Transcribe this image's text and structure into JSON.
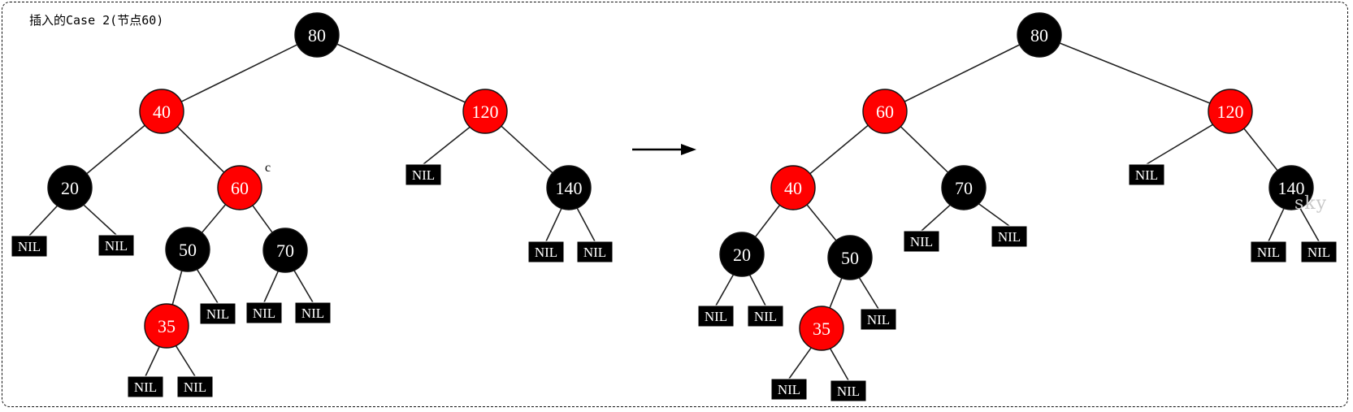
{
  "caption": "插入的Case 2(节点60)",
  "watermark": "sky",
  "colors": {
    "red": "#ff0000",
    "black": "#000000",
    "edge": "#222222",
    "nil": "#000000"
  },
  "trees": [
    {
      "id": "before",
      "marker": {
        "node": "60",
        "text": "c"
      },
      "nodes": [
        {
          "id": "80",
          "label": "80",
          "color": "black"
        },
        {
          "id": "40",
          "label": "40",
          "color": "red"
        },
        {
          "id": "120",
          "label": "120",
          "color": "red"
        },
        {
          "id": "20",
          "label": "20",
          "color": "black"
        },
        {
          "id": "60",
          "label": "60",
          "color": "red"
        },
        {
          "id": "140",
          "label": "140",
          "color": "black"
        },
        {
          "id": "50",
          "label": "50",
          "color": "black"
        },
        {
          "id": "70",
          "label": "70",
          "color": "black"
        },
        {
          "id": "35",
          "label": "35",
          "color": "red"
        },
        {
          "id": "n20a",
          "label": "NIL",
          "color": "nil"
        },
        {
          "id": "n20b",
          "label": "NIL",
          "color": "nil"
        },
        {
          "id": "n120a",
          "label": "NIL",
          "color": "nil"
        },
        {
          "id": "n140a",
          "label": "NIL",
          "color": "nil"
        },
        {
          "id": "n140b",
          "label": "NIL",
          "color": "nil"
        },
        {
          "id": "n50b",
          "label": "NIL",
          "color": "nil"
        },
        {
          "id": "n70a",
          "label": "NIL",
          "color": "nil"
        },
        {
          "id": "n70b",
          "label": "NIL",
          "color": "nil"
        },
        {
          "id": "n35a",
          "label": "NIL",
          "color": "nil"
        },
        {
          "id": "n35b",
          "label": "NIL",
          "color": "nil"
        }
      ],
      "edges": [
        [
          "80",
          "40"
        ],
        [
          "80",
          "120"
        ],
        [
          "40",
          "20"
        ],
        [
          "40",
          "60"
        ],
        [
          "120",
          "n120a"
        ],
        [
          "120",
          "140"
        ],
        [
          "20",
          "n20a"
        ],
        [
          "20",
          "n20b"
        ],
        [
          "60",
          "50"
        ],
        [
          "60",
          "70"
        ],
        [
          "140",
          "n140a"
        ],
        [
          "140",
          "n140b"
        ],
        [
          "50",
          "35"
        ],
        [
          "50",
          "n50b"
        ],
        [
          "70",
          "n70a"
        ],
        [
          "70",
          "n70b"
        ],
        [
          "35",
          "n35a"
        ],
        [
          "35",
          "n35b"
        ]
      ]
    },
    {
      "id": "after",
      "nodes": [
        {
          "id": "80",
          "label": "80",
          "color": "black"
        },
        {
          "id": "60",
          "label": "60",
          "color": "red"
        },
        {
          "id": "120",
          "label": "120",
          "color": "red"
        },
        {
          "id": "40",
          "label": "40",
          "color": "red"
        },
        {
          "id": "70",
          "label": "70",
          "color": "black"
        },
        {
          "id": "140",
          "label": "140",
          "color": "black"
        },
        {
          "id": "20",
          "label": "20",
          "color": "black"
        },
        {
          "id": "50",
          "label": "50",
          "color": "black"
        },
        {
          "id": "35",
          "label": "35",
          "color": "red"
        },
        {
          "id": "n120a",
          "label": "NIL",
          "color": "nil"
        },
        {
          "id": "n70a",
          "label": "NIL",
          "color": "nil"
        },
        {
          "id": "n70b",
          "label": "NIL",
          "color": "nil"
        },
        {
          "id": "n140a",
          "label": "NIL",
          "color": "nil"
        },
        {
          "id": "n140b",
          "label": "NIL",
          "color": "nil"
        },
        {
          "id": "n20a",
          "label": "NIL",
          "color": "nil"
        },
        {
          "id": "n20b",
          "label": "NIL",
          "color": "nil"
        },
        {
          "id": "n50b",
          "label": "NIL",
          "color": "nil"
        },
        {
          "id": "n35a",
          "label": "NIL",
          "color": "nil"
        },
        {
          "id": "n35b",
          "label": "NIL",
          "color": "nil"
        }
      ],
      "edges": [
        [
          "80",
          "60"
        ],
        [
          "80",
          "120"
        ],
        [
          "60",
          "40"
        ],
        [
          "60",
          "70"
        ],
        [
          "120",
          "n120a"
        ],
        [
          "120",
          "140"
        ],
        [
          "40",
          "20"
        ],
        [
          "40",
          "50"
        ],
        [
          "70",
          "n70a"
        ],
        [
          "70",
          "n70b"
        ],
        [
          "140",
          "n140a"
        ],
        [
          "140",
          "n140b"
        ],
        [
          "20",
          "n20a"
        ],
        [
          "20",
          "n20b"
        ],
        [
          "50",
          "35"
        ],
        [
          "50",
          "n50b"
        ],
        [
          "35",
          "n35a"
        ],
        [
          "35",
          "n35b"
        ]
      ]
    }
  ]
}
